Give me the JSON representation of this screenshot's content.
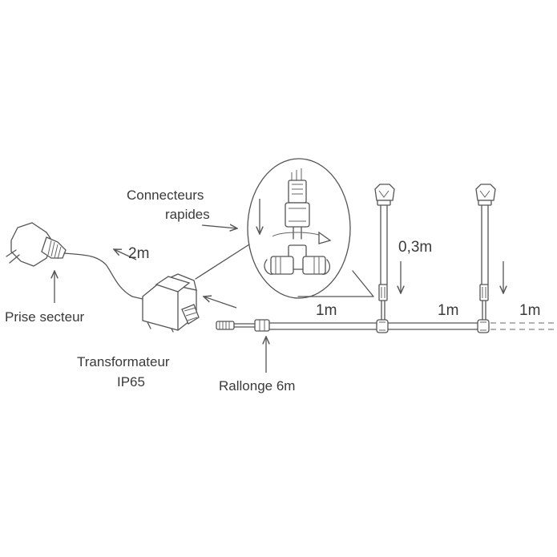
{
  "labels": {
    "connecteurs_line1": "Connecteurs",
    "connecteurs_line2": "rapides",
    "cable_length_plug": "2m",
    "drop_length": "0,3m",
    "prise": "Prise secteur",
    "transfo_line1": "Transformateur",
    "transfo_line2": "IP65",
    "rallonge": "Rallonge 6m",
    "segment_1": "1m",
    "segment_2": "1m",
    "segment_3": "1m"
  },
  "colors": {
    "line": "#555555",
    "text": "#3a3a3a",
    "background": "#ffffff"
  }
}
